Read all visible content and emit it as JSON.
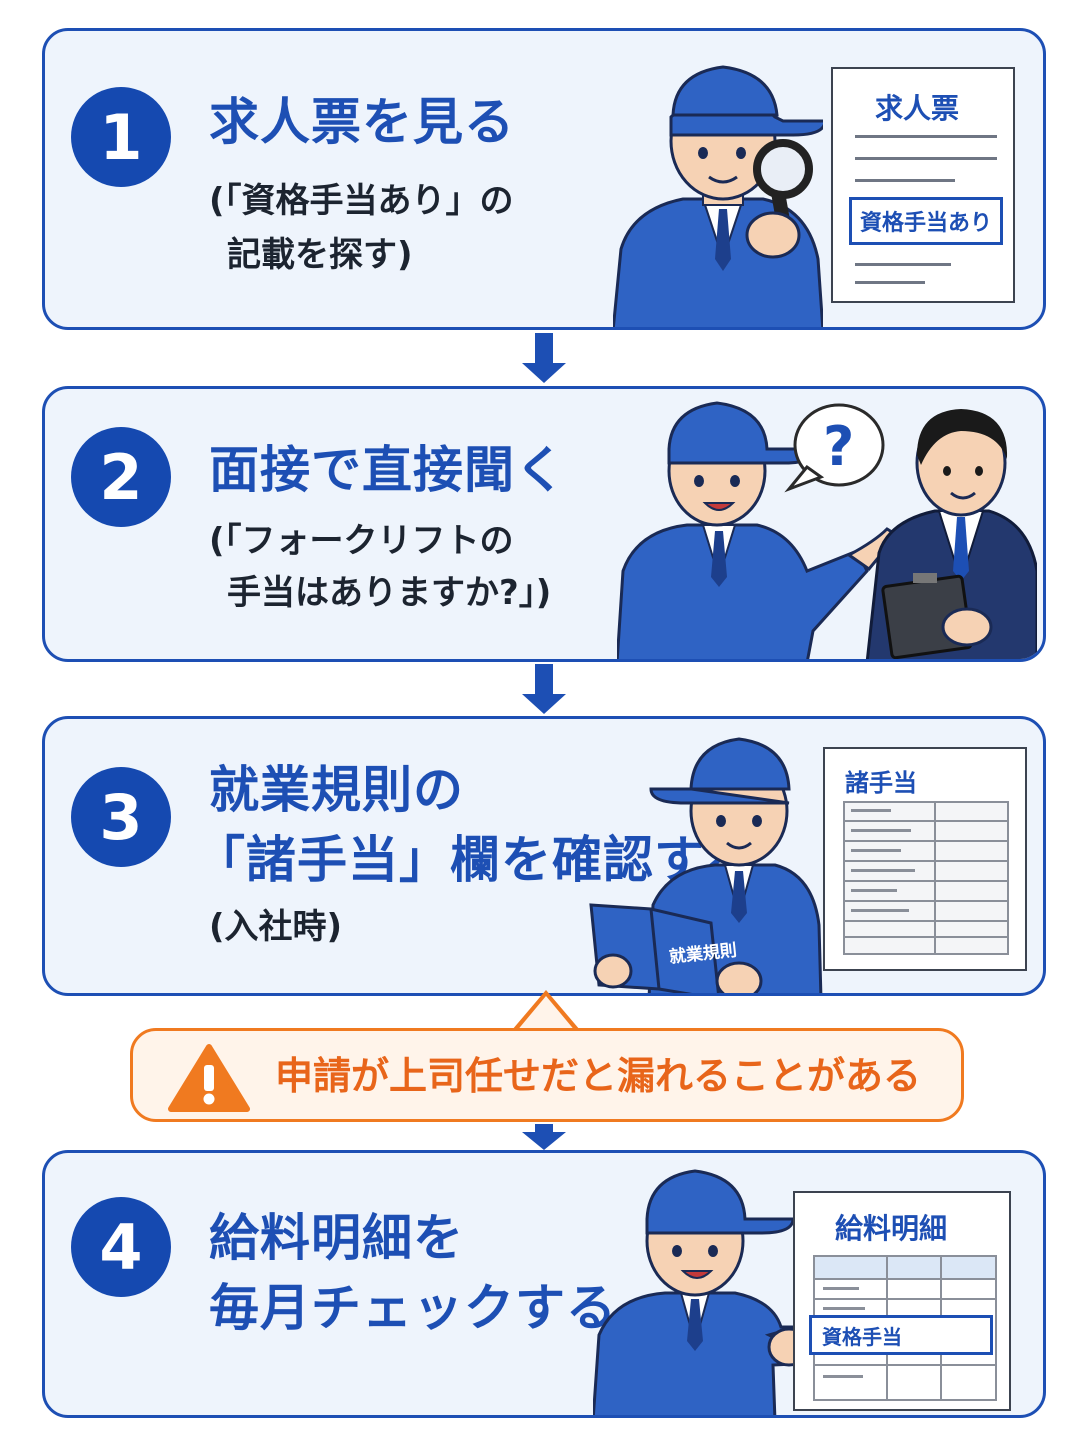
{
  "steps": [
    {
      "number": "1",
      "title": "求人票を見る",
      "sub1": "(「資格手当あり」の",
      "sub2": "記載を探す)",
      "doc_title": "求人票",
      "doc_tag": "資格手当あり"
    },
    {
      "number": "2",
      "title": "面接で直接聞く",
      "sub1": "(「フォークリフトの",
      "sub2": "手当はありますか?」)",
      "bubble": "?"
    },
    {
      "number": "3",
      "title1": "就業規則の",
      "title2": "「諸手当」欄を確認する",
      "sub1": "(入社時)",
      "doc_title": "諸手当",
      "book_label": "就業規則"
    },
    {
      "number": "4",
      "title1": "給料明細を",
      "title2": "毎月チェックする",
      "doc_title": "給料明細",
      "doc_tag": "資格手当"
    }
  ],
  "warning": {
    "text": "申請が上司任せだと漏れることがある",
    "icon": "warning-triangle-icon",
    "color": "#f07a20"
  },
  "colors": {
    "primary": "#1d4fb4",
    "panel": "#eef4fc",
    "warning": "#f07a20"
  }
}
